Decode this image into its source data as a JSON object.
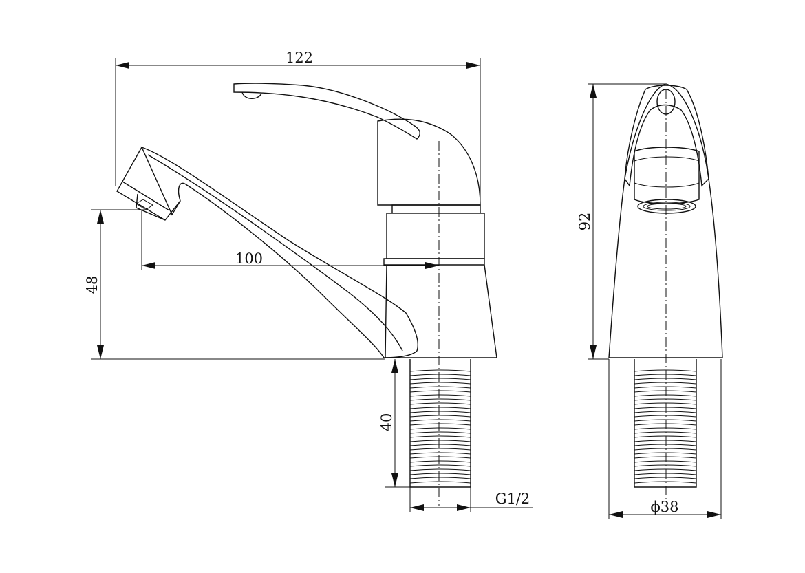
{
  "dimensions": {
    "total_length": "122",
    "spout_reach": "100",
    "spout_height": "48",
    "thread_length": "40",
    "thread_size": "G1/2",
    "overall_height": "92",
    "base_diameter": "ϕ38"
  },
  "colors": {
    "line": "#111111",
    "background": "#ffffff"
  }
}
